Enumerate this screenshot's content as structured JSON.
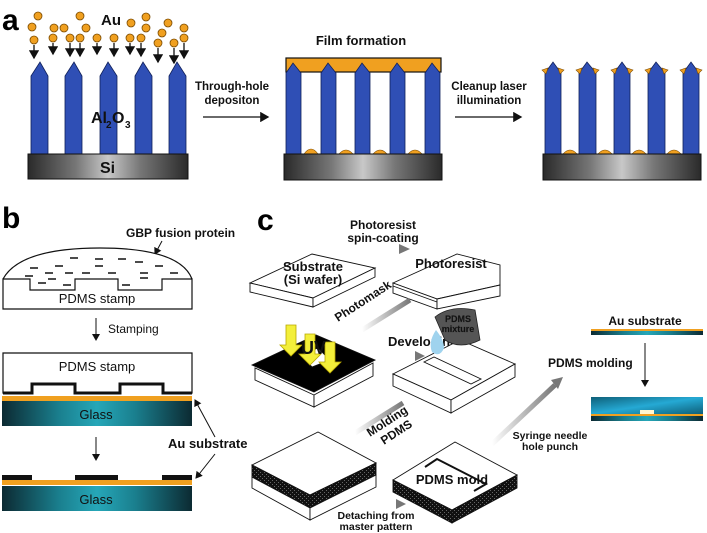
{
  "panels": {
    "a": {
      "letter": "a",
      "labels": {
        "au": "Au",
        "al2o3_main": "Al",
        "al2o3_sub2": "2",
        "al2o3_o": "O",
        "al2o3_sub3": "3",
        "si": "Si",
        "step1_line1": "Through-hole",
        "step1_line2": "depositon",
        "step2_title": "Film formation",
        "step3_line1": "Cleanup laser",
        "step3_line2": "illumination"
      }
    },
    "b": {
      "letter": "b",
      "labels": {
        "gbp": "GBP fusion protein",
        "pdms_stamp_1": "PDMS stamp",
        "stamping": "Stamping",
        "pdms_stamp_2": "PDMS stamp",
        "glass_1": "Glass",
        "au_substrate": "Au substrate",
        "glass_2": "Glass"
      }
    },
    "c": {
      "letter": "c",
      "labels": {
        "substrate_line1": "Substrate",
        "substrate_line2": "(Si wafer)",
        "spin_line1": "Photoresist",
        "spin_line2": "spin-coating",
        "photoresist": "Photoresist",
        "photomask": "Photomask",
        "uv": "UV",
        "developing": "Developing",
        "pdms_mixture_line1": "PDMS",
        "pdms_mixture_line2": "mixture",
        "molding_line1": "Molding",
        "molding_line2": "PDMS",
        "pdms_mold": "PDMS mold",
        "detach_line1": "Detaching from",
        "detach_line2": "master pattern",
        "syringe_line1": "Syringe needle",
        "syringe_line2": "hole punch",
        "au_substrate": "Au substrate",
        "pdms_molding": "PDMS molding"
      }
    }
  },
  "colors": {
    "pillar_blue": "#2f4fb5",
    "gold": "#f0a020",
    "glass_teal": "#1b8fa0",
    "uv_yellow": "#f3ef3a",
    "uv_red": "#d01818"
  }
}
